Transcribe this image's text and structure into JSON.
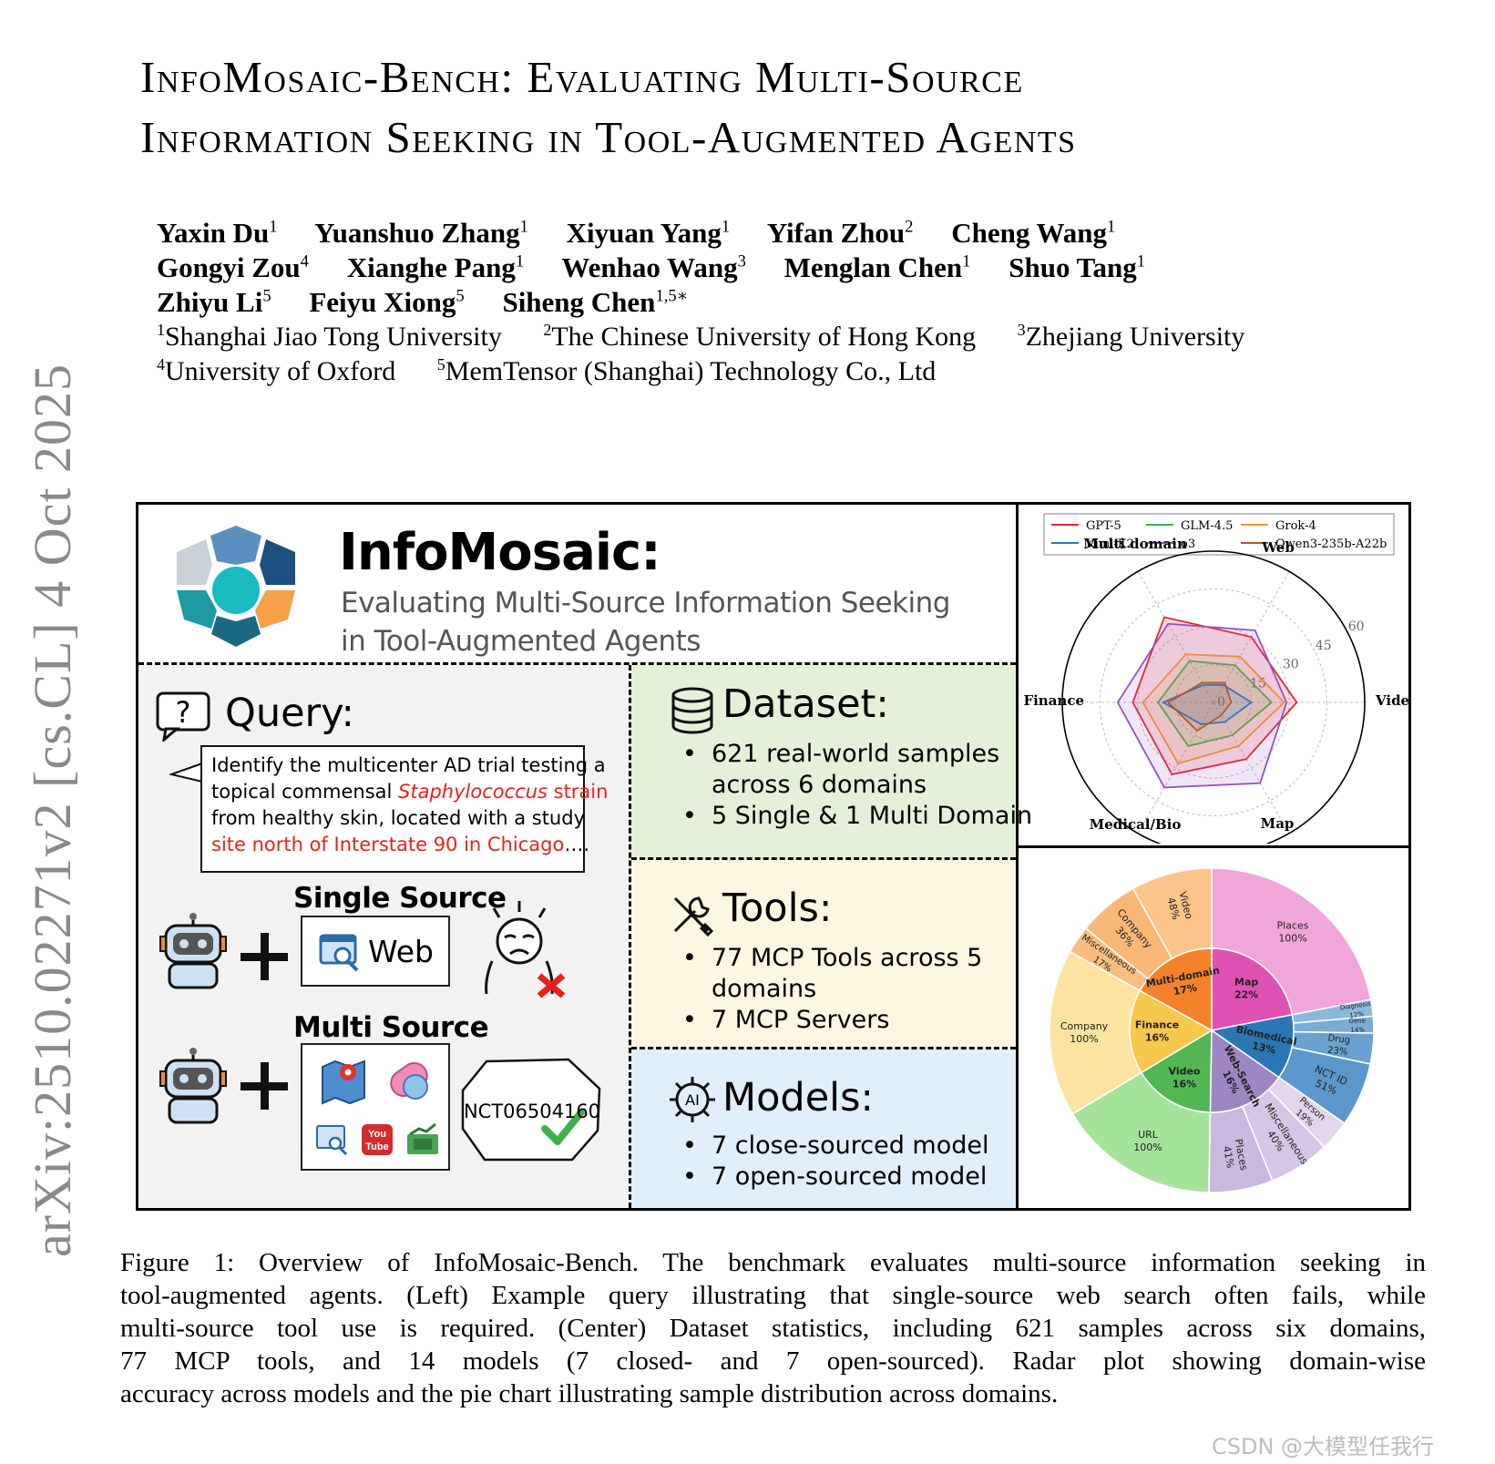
{
  "side_stamp": "arXiv:2510.02271v2  [cs.CL]  4 Oct 2025",
  "title": {
    "line1": "InfoMosaic-Bench: Evaluating Multi-Source",
    "line2": "Information Seeking in Tool-Augmented Agents"
  },
  "authors": [
    {
      "name": "Yaxin Du",
      "aff": "1"
    },
    {
      "name": "Yuanshuo Zhang",
      "aff": "1"
    },
    {
      "name": "Xiyuan Yang",
      "aff": "1"
    },
    {
      "name": "Yifan Zhou",
      "aff": "2"
    },
    {
      "name": "Cheng Wang",
      "aff": "1"
    },
    {
      "name": "Gongyi Zou",
      "aff": "4"
    },
    {
      "name": "Xianghe Pang",
      "aff": "1"
    },
    {
      "name": "Wenhao Wang",
      "aff": "3"
    },
    {
      "name": "Menglan Chen",
      "aff": "1"
    },
    {
      "name": "Shuo Tang",
      "aff": "1"
    },
    {
      "name": "Zhiyu Li",
      "aff": "5"
    },
    {
      "name": "Feiyu Xiong",
      "aff": "5"
    },
    {
      "name": "Siheng Chen",
      "aff": "1,5∗"
    }
  ],
  "affiliations": [
    {
      "num": "1",
      "name": "Shanghai Jiao Tong University"
    },
    {
      "num": "2",
      "name": "The Chinese University of Hong Kong"
    },
    {
      "num": "3",
      "name": "Zhejiang University"
    },
    {
      "num": "4",
      "name": "University of Oxford"
    },
    {
      "num": "5",
      "name": "MemTensor (Shanghai) Technology Co., Ltd"
    }
  ],
  "figure": {
    "brand": {
      "title": "InfoMosaic:",
      "subtitle_line1": "Evaluating Multi-Source Information Seeking",
      "subtitle_line2": "in Tool-Augmented Agents"
    },
    "query": {
      "title": "Query:",
      "icon_glyph": "?",
      "lines": [
        {
          "parts": [
            {
              "text": "Identify the multicenter AD trial testing a",
              "style": "normal"
            }
          ]
        },
        {
          "parts": [
            {
              "text": "topical commensal ",
              "style": "normal"
            },
            {
              "text": "Staphylococcus",
              "style": "red-italic"
            },
            {
              "text": " strain",
              "style": "red"
            }
          ]
        },
        {
          "parts": [
            {
              "text": "from healthy skin, located with a study",
              "style": "normal"
            }
          ]
        },
        {
          "parts": [
            {
              "text": "site north of Interstate 90 in Chicago",
              "style": "red"
            },
            {
              "text": "….",
              "style": "normal"
            }
          ]
        }
      ],
      "single_source_label": "Single Source",
      "web_label": "Web",
      "multi_source_label": "Multi Source",
      "youtube_line1": "You",
      "youtube_line2": "Tube",
      "answer_id": "NCT06504160"
    },
    "dataset": {
      "title": "Dataset:",
      "bullet1_line1": "621 real-world samples",
      "bullet1_line2": "across 6 domains",
      "bullet2": "5 Single & 1 Multi Domain"
    },
    "tools": {
      "title": "Tools:",
      "bullet1_line1": "77 MCP Tools across 5",
      "bullet1_line2": "domains",
      "bullet2": "7 MCP Servers"
    },
    "models": {
      "title": "Models:",
      "icon_text": "AI",
      "bullet1": "7 close-sourced model",
      "bullet2": "7 open-sourced model"
    },
    "bullet_glyph": "•"
  },
  "chart_data": [
    {
      "type": "radar",
      "axes": [
        "Web",
        "Video",
        "Map",
        "Medical/Bio",
        "Finance",
        "Multi domain"
      ],
      "ticks": [
        0,
        15,
        30,
        45,
        60
      ],
      "rmax": 60,
      "grid": true,
      "legend_position": "top",
      "series": [
        {
          "name": "GPT-5",
          "color": "#e6262e",
          "values": [
            30,
            33,
            26,
            33,
            32,
            39
          ]
        },
        {
          "name": "GLM-4.5",
          "color": "#3fae49",
          "values": [
            17,
            23,
            15,
            20,
            22,
            19
          ]
        },
        {
          "name": "Grok-4",
          "color": "#f39a2c",
          "values": [
            21,
            28,
            20,
            28,
            28,
            22
          ]
        },
        {
          "name": "Kimi-K2",
          "color": "#2978c2",
          "values": [
            8,
            15,
            9,
            10,
            20,
            8
          ]
        },
        {
          "name": "o3",
          "color": "#9b50c0",
          "values": [
            33,
            29,
            37,
            39,
            38,
            36
          ]
        },
        {
          "name": "Qwen3-235b-A22b",
          "color": "#b4582c",
          "values": [
            9,
            7,
            6,
            13,
            18,
            9
          ]
        }
      ]
    },
    {
      "type": "pie",
      "subtype": "sunburst",
      "inner": [
        {
          "label": "Map",
          "percent": "22%",
          "start": 0,
          "end": 79,
          "color": "#e051b4"
        },
        {
          "label": "Biomedical",
          "percent": "13%",
          "start": 79,
          "end": 125,
          "color": "#2b77b5"
        },
        {
          "label": "Web-Search",
          "percent": "16%",
          "start": 125,
          "end": 181,
          "color": "#9e86c4"
        },
        {
          "label": "Video",
          "percent": "16%",
          "start": 181,
          "end": 239,
          "color": "#52b752"
        },
        {
          "label": "Finance",
          "percent": "16%",
          "start": 239,
          "end": 299,
          "color": "#f6c84d"
        },
        {
          "label": "Multi-domain",
          "percent": "17%",
          "start": 299,
          "end": 360,
          "color": "#f4822a"
        }
      ],
      "outer": [
        {
          "label": "Places",
          "percent": "100%",
          "start": 0,
          "end": 79,
          "color": "#f1a6d9"
        },
        {
          "label": "Diagnosis",
          "percent": "12%",
          "start": 79,
          "end": 85,
          "color": "#8cb8de"
        },
        {
          "label": "Gene",
          "percent": "14%",
          "start": 85,
          "end": 91,
          "color": "#79acd7"
        },
        {
          "label": "Drug",
          "percent": "23%",
          "start": 91,
          "end": 102,
          "color": "#6aa1d1"
        },
        {
          "label": "NCT ID",
          "percent": "51%",
          "start": 102,
          "end": 125,
          "color": "#5b97cb"
        },
        {
          "label": "Person",
          "percent": "19%",
          "start": 125,
          "end": 136,
          "color": "#e2d5ec"
        },
        {
          "label": "Miscellaneous",
          "percent": "40%",
          "start": 136,
          "end": 158,
          "color": "#d6c6e6"
        },
        {
          "label": "Places",
          "percent": "41%",
          "start": 158,
          "end": 181,
          "color": "#cbb8df"
        },
        {
          "label": "URL",
          "percent": "100%",
          "start": 181,
          "end": 239,
          "color": "#a6e39a"
        },
        {
          "label": "Company",
          "percent": "100%",
          "start": 239,
          "end": 299,
          "color": "#fde3a0"
        },
        {
          "label": "Miscellaneous",
          "percent": "17%",
          "start": 299,
          "end": 309,
          "color": "#f9be7f"
        },
        {
          "label": "Company",
          "percent": "36%",
          "start": 309,
          "end": 331,
          "color": "#fab876"
        },
        {
          "label": "Video",
          "percent": "48%",
          "start": 331,
          "end": 360,
          "color": "#fbc48a"
        }
      ]
    }
  ],
  "caption": [
    "Figure 1: Overview of InfoMosaic-Bench. The benchmark evaluates multi-source information seeking in",
    "tool-augmented agents. (Left) Example query illustrating that single-source web search often fails, while",
    "multi-source tool use is required. (Center) Dataset statistics, including 621 samples across six domains,",
    "77 MCP tools, and 14 models (7 closed- and 7 open-sourced). Radar plot showing domain-wise",
    "accuracy across models and the pie chart illustrating sample distribution across domains."
  ],
  "watermark": "CSDN @大模型任我行"
}
